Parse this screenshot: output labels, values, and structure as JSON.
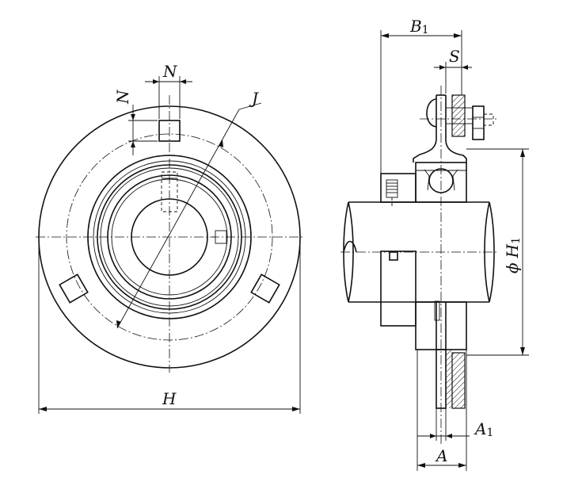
{
  "labels": {
    "N_top": "N",
    "N_side": "N",
    "J": "J",
    "H": "H",
    "B1": "B",
    "B1_sub": "1",
    "S": "S",
    "phiH1_phi": "ϕ",
    "phiH1_H": "H",
    "phiH1_sub": "1",
    "A1": "A",
    "A1_sub": "1",
    "A": "A"
  }
}
